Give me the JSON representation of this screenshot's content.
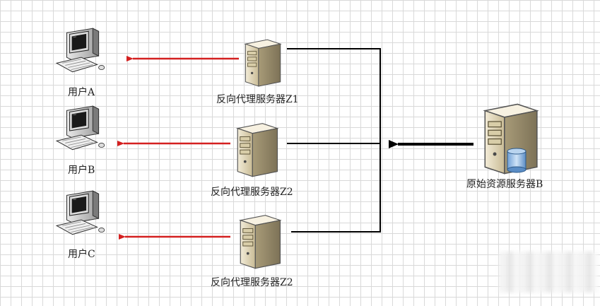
{
  "users": [
    {
      "label": "用户A"
    },
    {
      "label": "用户B"
    },
    {
      "label": "用户C"
    }
  ],
  "proxies": [
    {
      "label": "反向代理服务器Z1"
    },
    {
      "label": "反向代理服务器Z2"
    },
    {
      "label": "反向代理服务器Z2"
    }
  ],
  "origin": {
    "label": "原始资源服务器B"
  },
  "colors": {
    "user_arrow": "#d42020",
    "connector": "#000000"
  }
}
